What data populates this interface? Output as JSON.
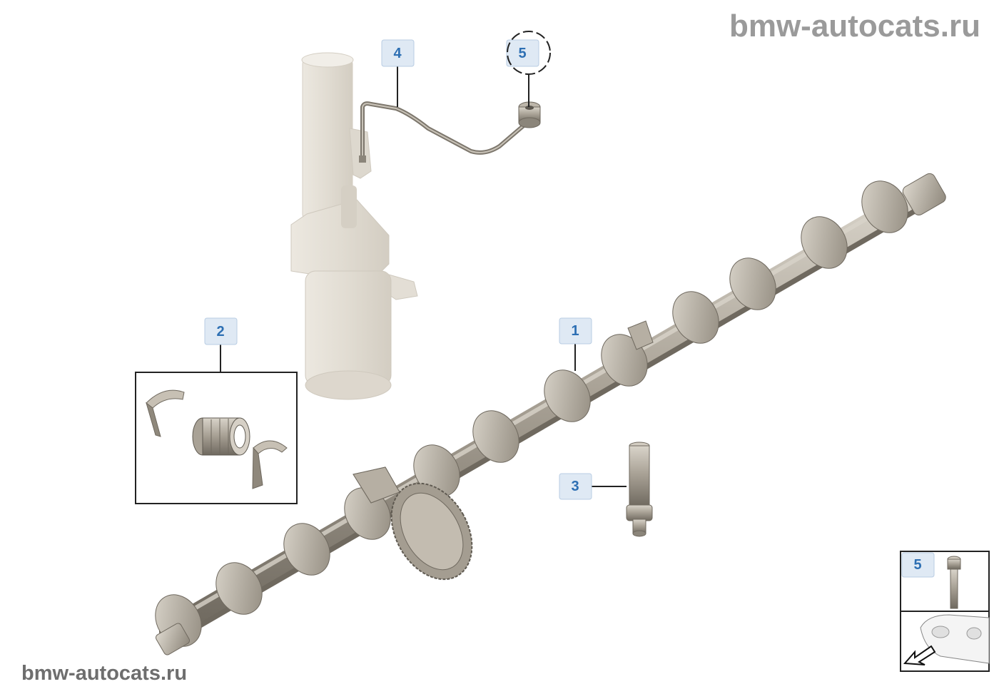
{
  "watermark": {
    "top": "bmw-autocats.ru",
    "bottom": "bmw-autocats.ru"
  },
  "callouts": {
    "c1": "1",
    "c2": "2",
    "c3": "3",
    "c4": "4",
    "c5": "5",
    "inset_5": "5"
  },
  "colors": {
    "label_fill": "#dfe9f4",
    "label_text": "#2d6fb3",
    "part_metal": "#a9a296",
    "part_ghost": "#e6e1d8",
    "leader": "#222222"
  },
  "icons": [
    "camshaft",
    "bearing-set",
    "sensor-pin",
    "oil-pipe",
    "banjo-bolt",
    "car-front-arrow"
  ]
}
